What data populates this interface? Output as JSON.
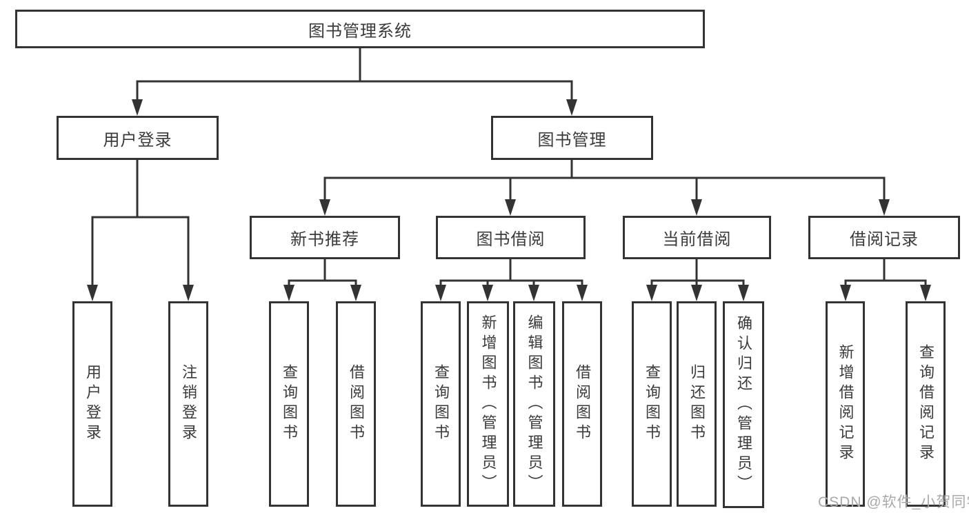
{
  "diagram": {
    "root": {
      "label": "图书管理系统"
    },
    "branches": [
      {
        "label": "用户登录",
        "children": [
          {
            "label": "用户登录"
          },
          {
            "label": "注销登录"
          }
        ]
      },
      {
        "label": "图书管理",
        "children": [
          {
            "label": "新书推荐",
            "children": [
              {
                "label": "查询图书"
              },
              {
                "label": "借阅图书"
              }
            ]
          },
          {
            "label": "图书借阅",
            "children": [
              {
                "label": "查询图书"
              },
              {
                "label": "新增图书（管理员）"
              },
              {
                "label": "编辑图书（管理员）"
              },
              {
                "label": "借阅图书"
              }
            ]
          },
          {
            "label": "当前借阅",
            "children": [
              {
                "label": "查询图书"
              },
              {
                "label": "归还图书"
              },
              {
                "label": "确认归还（管理员）"
              }
            ]
          },
          {
            "label": "借阅记录",
            "children": [
              {
                "label": "新增借阅记录"
              },
              {
                "label": "查询借阅记录"
              }
            ]
          }
        ]
      }
    ]
  },
  "watermark": {
    "text": "CSDN @软件_小贺同学"
  },
  "colors": {
    "line": "#333333",
    "text": "#3a3a3a",
    "background": "#ffffff",
    "watermark": "#a9a9a9"
  }
}
